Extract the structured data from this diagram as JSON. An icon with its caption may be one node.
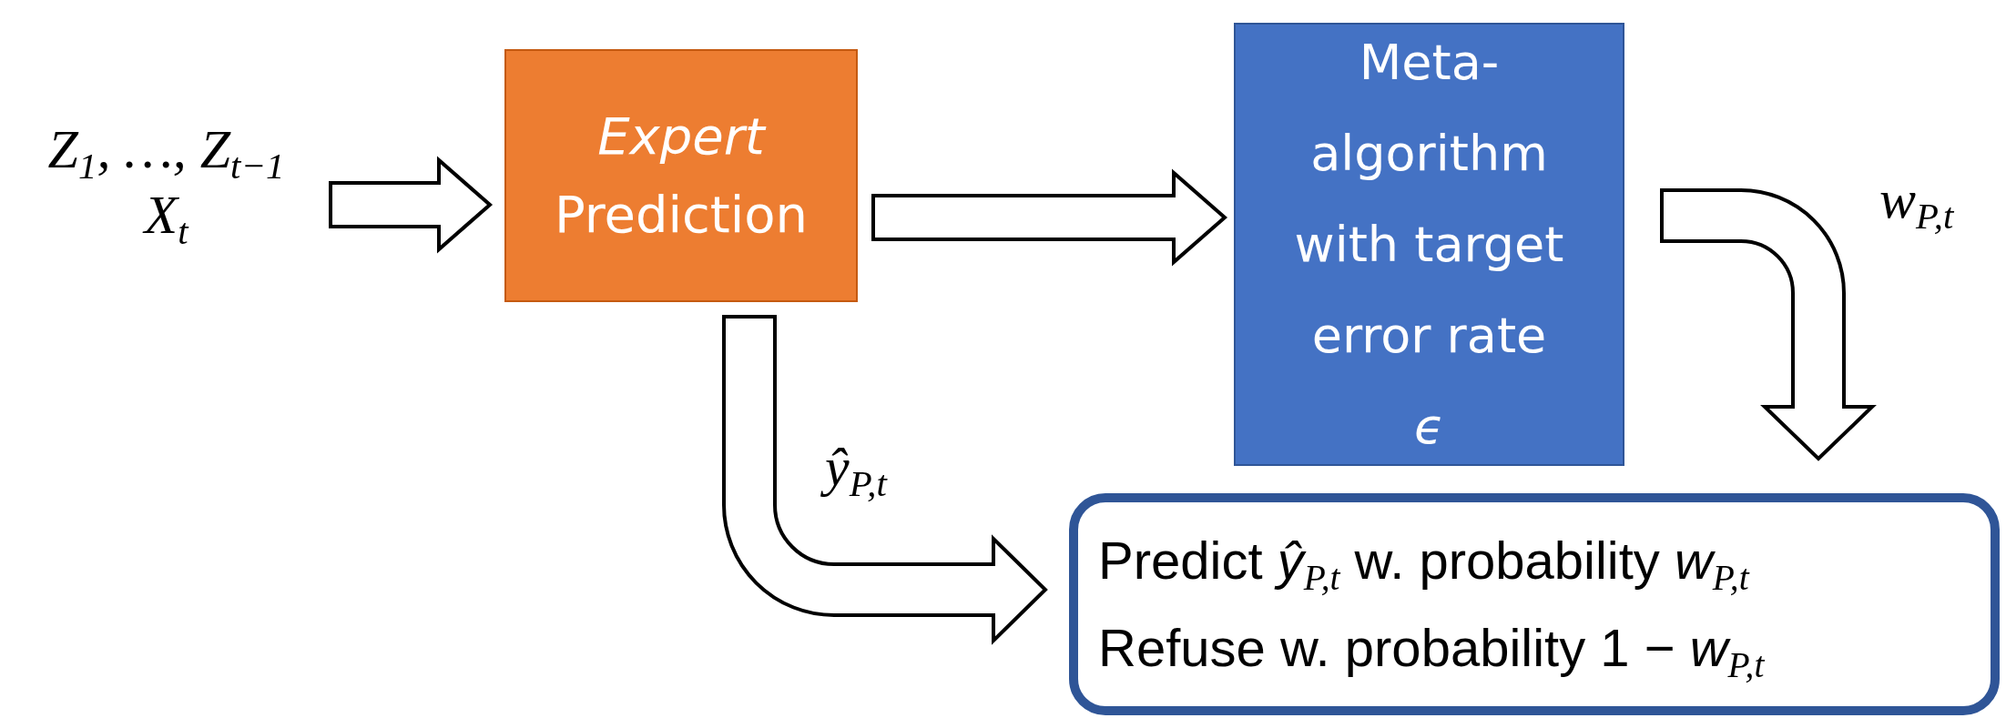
{
  "diagram": {
    "nodes": [
      {
        "text": [
          "Z$_{1}$, …, Z$_{t−1}$",
          "X$_{t}$"
        ]
      },
      {
        "text": [
          "*Expert* Prediction"
        ]
      },
      {
        "text": [
          "Meta-algorithm with target error rate *ϵ*"
        ]
      },
      {
        "text": [
          "Predict *ŷ*$_{P,t}$ w. probability *w*$_{P,t}$",
          "Refuse w. probability 1 − *w*$_{P,t}$"
        ]
      }
    ],
    "edges": [
      {
        "from": 0,
        "to": 1,
        "arrow": "to"
      },
      {
        "from": 1,
        "to": 2,
        "arrow": "to"
      },
      {
        "from": 1,
        "to": 3,
        "arrow": "to",
        "label": "ŷ$_{P,t}$"
      },
      {
        "from": 2,
        "to": 3,
        "arrow": "to",
        "label": "w$_{P,t}$"
      }
    ]
  }
}
